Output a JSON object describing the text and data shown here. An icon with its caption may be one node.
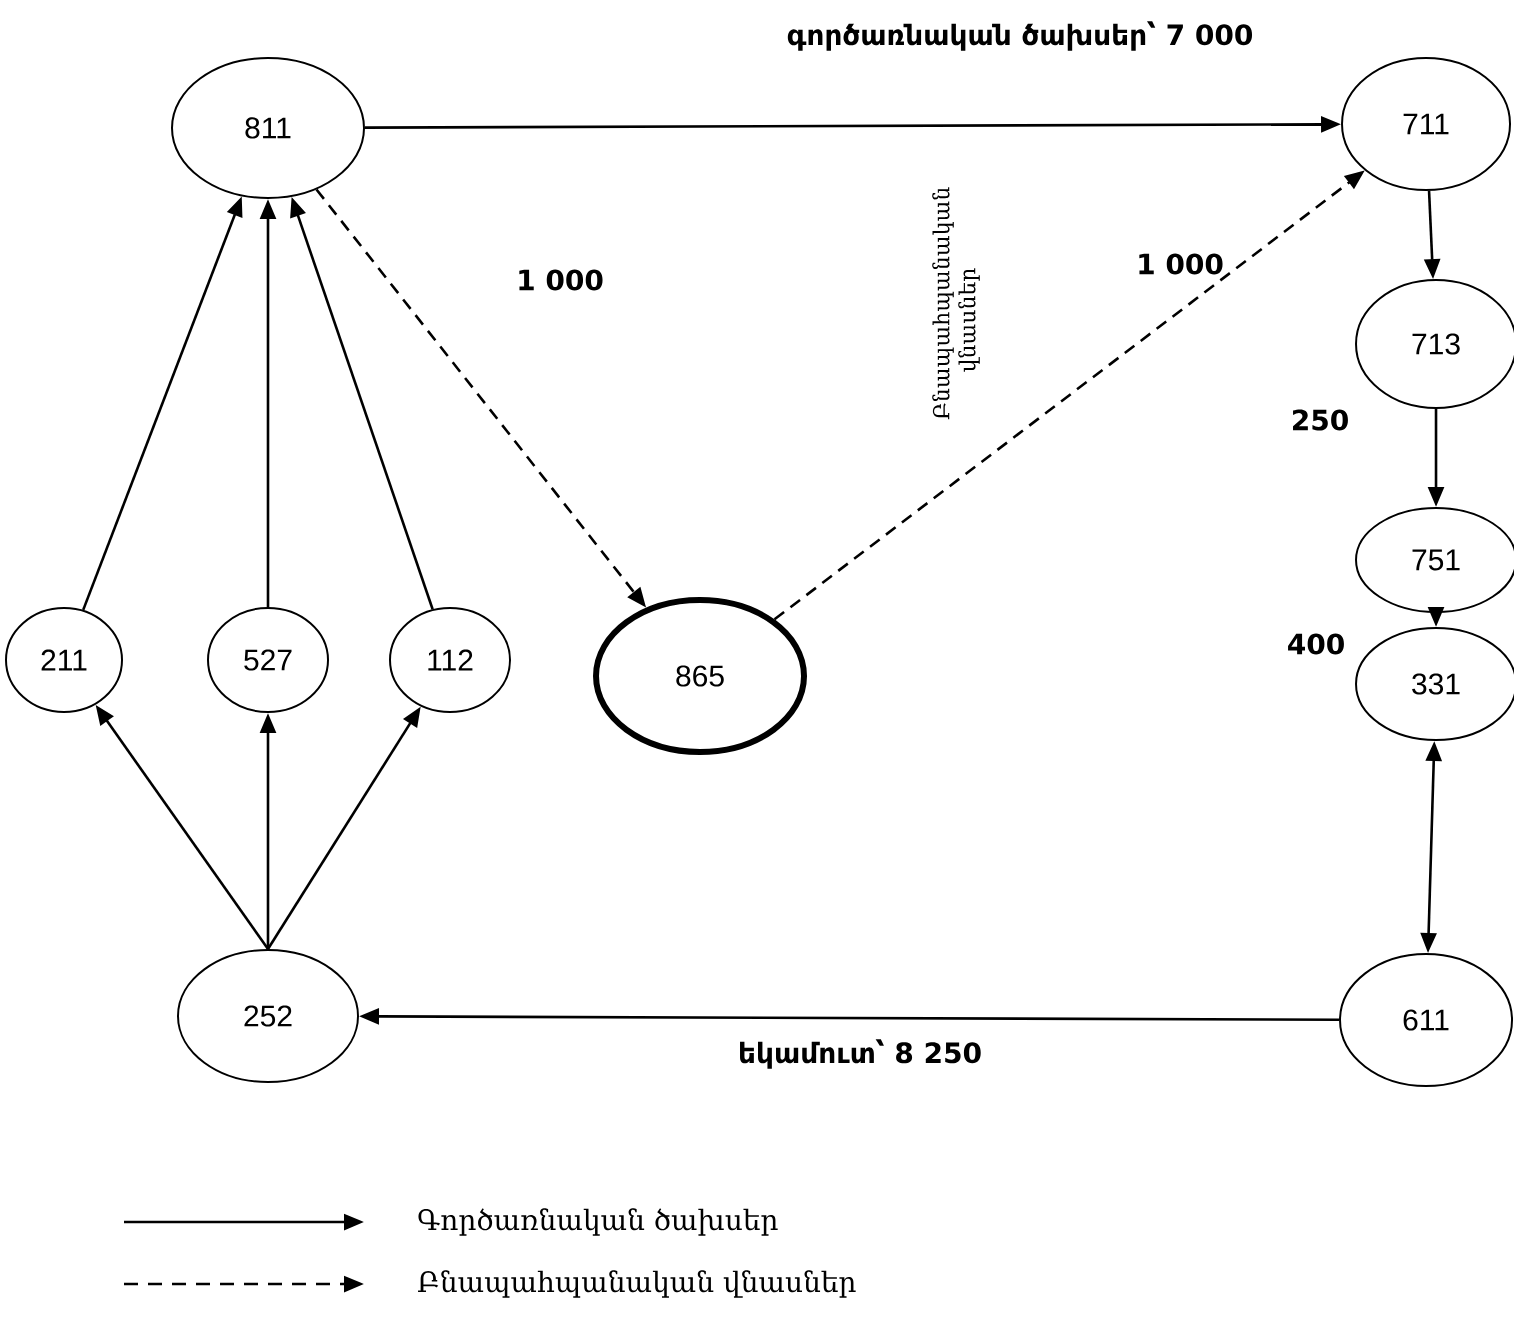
{
  "diagram": {
    "nodes": [
      {
        "text": [
          "811"
        ]
      },
      {
        "text": [
          "711"
        ]
      },
      {
        "text": [
          "713"
        ]
      },
      {
        "text": [
          "751"
        ]
      },
      {
        "text": [
          "865"
        ]
      },
      {
        "text": [
          "211"
        ]
      },
      {
        "text": [
          "527"
        ]
      },
      {
        "text": [
          "112"
        ]
      },
      {
        "text": [
          "331"
        ]
      },
      {
        "text": [
          "252"
        ]
      },
      {
        "text": [
          "611"
        ]
      }
    ],
    "edges": [
      {
        "from": 0,
        "to": 1,
        "arrow": "to",
        "label": "գործառնական ծախսեր՝ 7 000"
      },
      {
        "from": 0,
        "to": 4,
        "arrow": "to",
        "style": "dashed",
        "label": "1 000"
      },
      {
        "from": 4,
        "to": 1,
        "arrow": "to",
        "style": "dashed",
        "label": "1 000"
      },
      {
        "from": 1,
        "to": 2,
        "arrow": "to"
      },
      {
        "from": 2,
        "to": 3,
        "arrow": "to",
        "label": "250"
      },
      {
        "from": 3,
        "to": 8,
        "arrow": "to",
        "label": "400"
      },
      {
        "from": 8,
        "to": 10,
        "arrow": "both"
      },
      {
        "from": 10,
        "to": 9,
        "arrow": "to",
        "label": "եկամուտ՝ 8 250"
      },
      {
        "from": 9,
        "to": 5,
        "arrow": "to"
      },
      {
        "from": 9,
        "to": 6,
        "arrow": "to"
      },
      {
        "from": 9,
        "to": 7,
        "arrow": "to"
      },
      {
        "from": 5,
        "to": 0,
        "arrow": "to"
      },
      {
        "from": 6,
        "to": 0,
        "arrow": "to"
      },
      {
        "from": 7,
        "to": 0,
        "arrow": "to"
      }
    ],
    "labels": [
      "Բնապահպանական վնասներ"
    ],
    "legend": [
      {
        "text": "Գործառնական ծախսեր"
      },
      {
        "text": "Բնապահպանական վնասներ"
      }
    ]
  }
}
